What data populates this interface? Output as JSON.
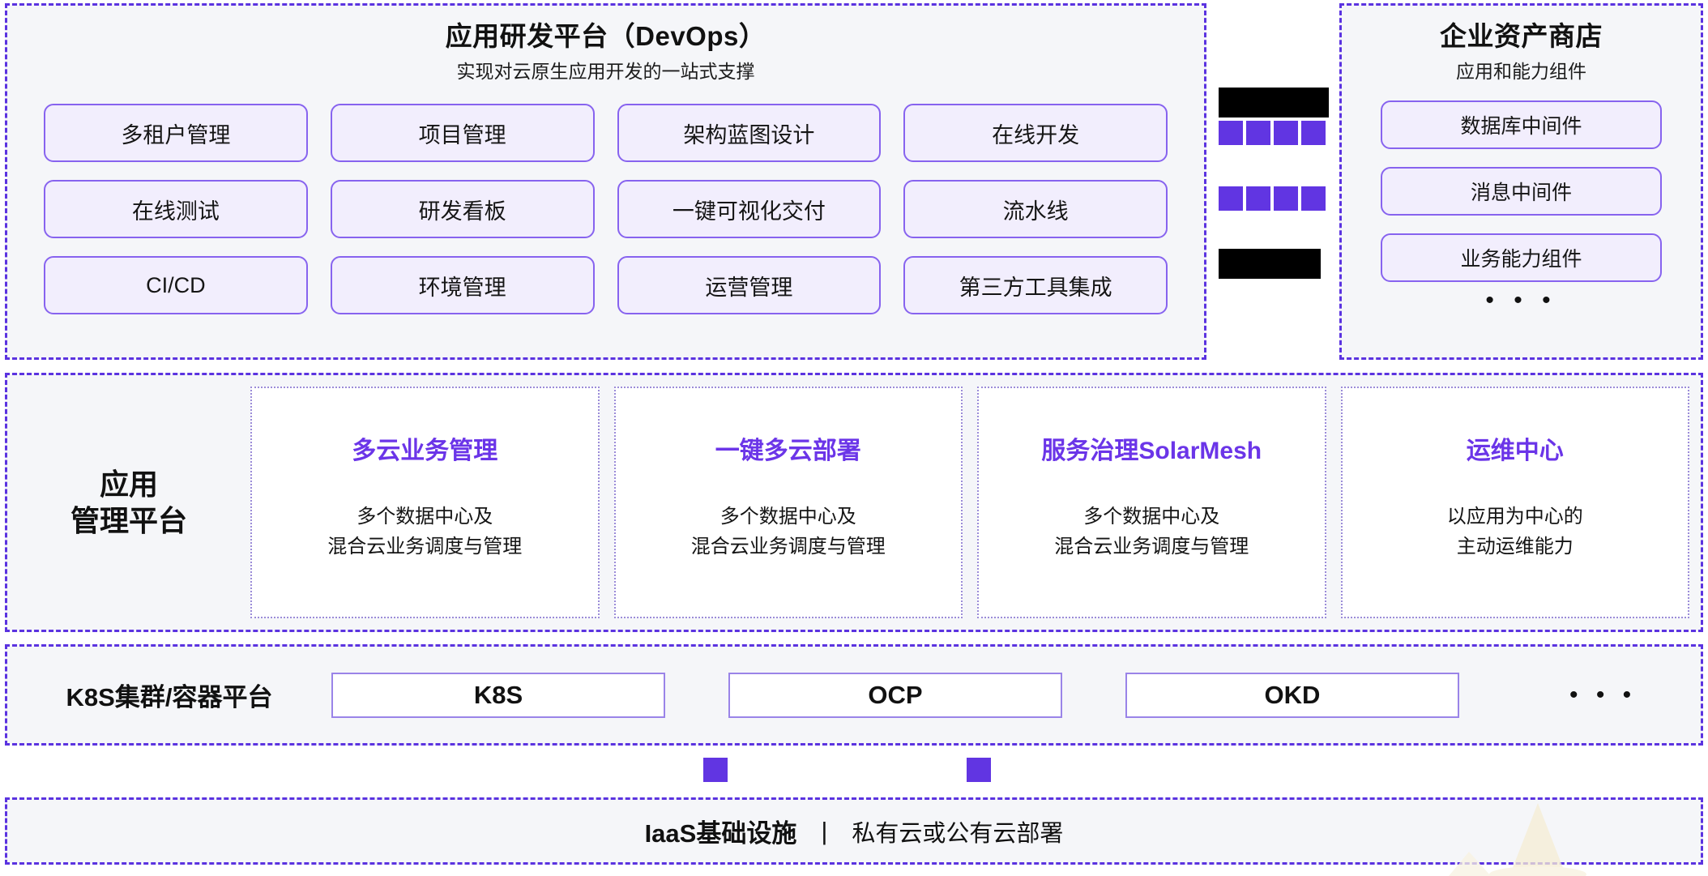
{
  "colors": {
    "panel_border": "#5b33e0",
    "panel_bg": "#f5f6f9",
    "tile_bg": "#f2eefd",
    "tile_border": "#8763ef",
    "accent_purple": "#6135e2",
    "card_title_purple": "#6b35e8",
    "redaction_black": "#000000",
    "watermark_cream": "#f5ecd2"
  },
  "devops": {
    "title": "应用研发平台（DevOps）",
    "subtitle": "实现对云原生应用开发的一站式支撑",
    "tiles": [
      "多租户管理",
      "项目管理",
      "架构蓝图设计",
      "在线开发",
      "在线测试",
      "研发看板",
      "一键可视化交付",
      "流水线",
      "CI/CD",
      "环境管理",
      "运营管理",
      "第三方工具集成"
    ]
  },
  "connector": {
    "redacted_top": "",
    "redacted_bottom": "",
    "squares_top": [
      "",
      "",
      "",
      ""
    ],
    "squares_bottom": [
      "",
      "",
      "",
      ""
    ]
  },
  "asset_store": {
    "title": "企业资产商店",
    "subtitle": "应用和能力组件",
    "items": [
      "数据库中间件",
      "消息中间件",
      "业务能力组件"
    ],
    "more": "• • •"
  },
  "app_management": {
    "label": "应用\n管理平台",
    "cards": [
      {
        "title": "多云业务管理",
        "desc": "多个数据中心及\n混合云业务调度与管理"
      },
      {
        "title": "一键多云部署",
        "desc": "多个数据中心及\n混合云业务调度与管理"
      },
      {
        "title": "服务治理SolarMesh",
        "desc": "多个数据中心及\n混合云业务调度与管理"
      },
      {
        "title": "运维中心",
        "desc": "以应用为中心的\n主动运维能力"
      }
    ]
  },
  "k8s": {
    "label": "K8S集群/容器平台",
    "boxes": [
      "K8S",
      "OCP",
      "OKD"
    ],
    "more": "• • •"
  },
  "iaas": {
    "title": "IaaS基础设施",
    "separator": "|",
    "description": "私有云或公有云部署"
  }
}
